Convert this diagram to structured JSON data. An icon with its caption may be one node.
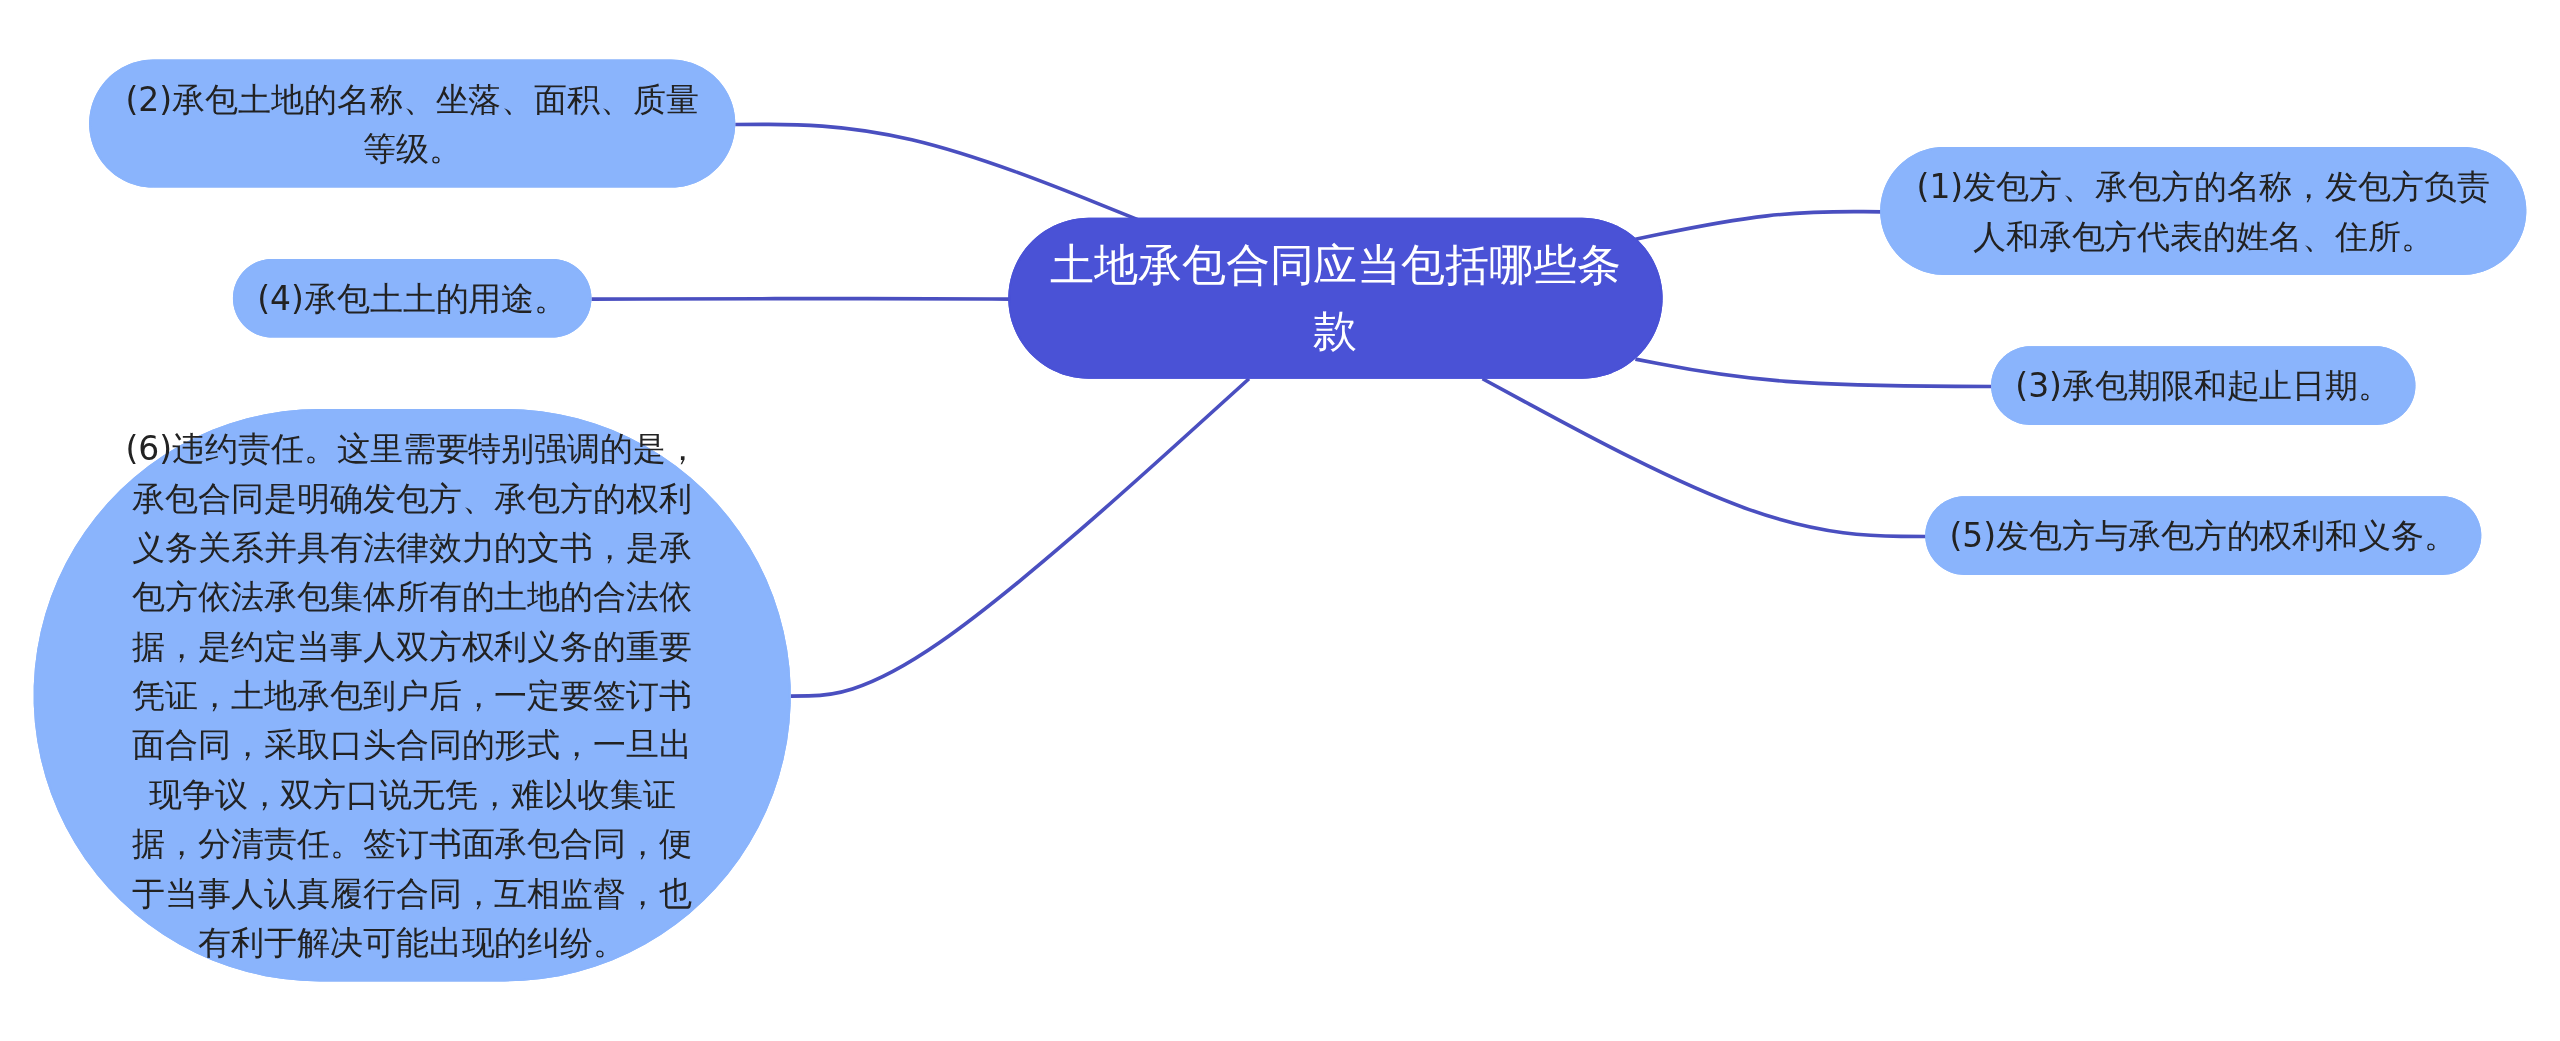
{
  "diagram": {
    "nodes": [
      {
        "text": [
          "土地承包合同应当包括哪些条款"
        ]
      },
      {
        "text": [
          "(2)承包土地的名称、坐落、面积、质量等级。"
        ]
      },
      {
        "text": [
          "(4)承包土土的用途。"
        ]
      },
      {
        "text": [
          "(6)违约责任。这里需要特别强调的是，承包合同是明确发包方、承包方的权利义务关系并具有法律效力的文书，是承包方依法承包集体所有的土地的合法依据，是约定当事人双方权利义务的重要凭证，土地承包到户后，一定要签订书面合同，采取口头合同的形式，一旦出现争议，双方口说无凭，难以收集证据，分清责任。签订书面承包合同，便于当事人认真履行合同，互相监督，也有利于解决可能出现的纠纷。"
        ]
      },
      {
        "text": [
          "(1)发包方、承包方的名称，发包方负责人和承包方代表的姓名、住所。"
        ]
      },
      {
        "text": [
          "(3)承包期限和起止日期。"
        ]
      },
      {
        "text": [
          "(5)发包方与承包方的权利和义务。"
        ]
      }
    ],
    "edges": [
      {
        "from": 0,
        "to": 1,
        "arrow": "none"
      },
      {
        "from": 0,
        "to": 2,
        "arrow": "none"
      },
      {
        "from": 0,
        "to": 3,
        "arrow": "none"
      },
      {
        "from": 0,
        "to": 4,
        "arrow": "none"
      },
      {
        "from": 0,
        "to": 5,
        "arrow": "none"
      },
      {
        "from": 0,
        "to": 6,
        "arrow": "none"
      }
    ]
  }
}
